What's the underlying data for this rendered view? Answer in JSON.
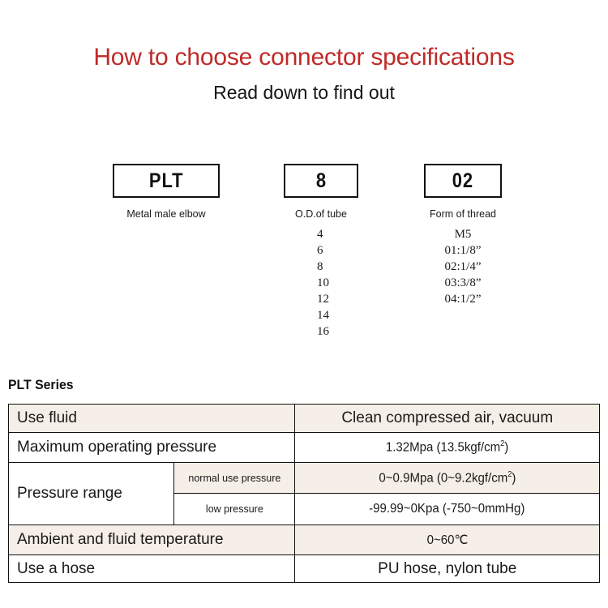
{
  "header": {
    "title": "How to choose connector specifications",
    "subtitle": "Read down to find out",
    "title_color": "#bf2a28"
  },
  "code_breakdown": {
    "groups": [
      {
        "code": "PLT",
        "caption": "Metal male elbow",
        "options": []
      },
      {
        "code": "8",
        "caption": "O.D.of tube",
        "options": [
          "4",
          "6",
          "8",
          "10",
          "12",
          "14",
          "16"
        ]
      },
      {
        "code": "02",
        "caption": "Form of thread",
        "options": [
          "M5",
          "01:1/8”",
          "02:1/4”",
          "03:3/8”",
          "04:1/2”"
        ]
      }
    ]
  },
  "spec_table": {
    "heading": "PLT Series",
    "shade_color": "#f6efe7",
    "rows": [
      {
        "label": "Use fluid",
        "sub": "",
        "value": "Clean compressed air, vacuum"
      },
      {
        "label": "Maximum operating pressure",
        "sub": "",
        "value_pre": "1.32Mpa  (13.5kgf/cm",
        "value_sup": "2",
        "value_post": ")"
      },
      {
        "label": "Pressure range",
        "sub": "normal use pressure",
        "value_pre": "0~0.9Mpa  (0~9.2kgf/cm",
        "value_sup": "2",
        "value_post": ")"
      },
      {
        "label": "",
        "sub": "low pressure",
        "value": "-99.99~0Kpa  (-750~0mmHg)"
      },
      {
        "label": "Ambient and fluid temperature",
        "sub": "",
        "value": "0~60℃"
      },
      {
        "label": "Use a hose",
        "sub": "",
        "value": "PU hose, nylon tube"
      }
    ]
  }
}
